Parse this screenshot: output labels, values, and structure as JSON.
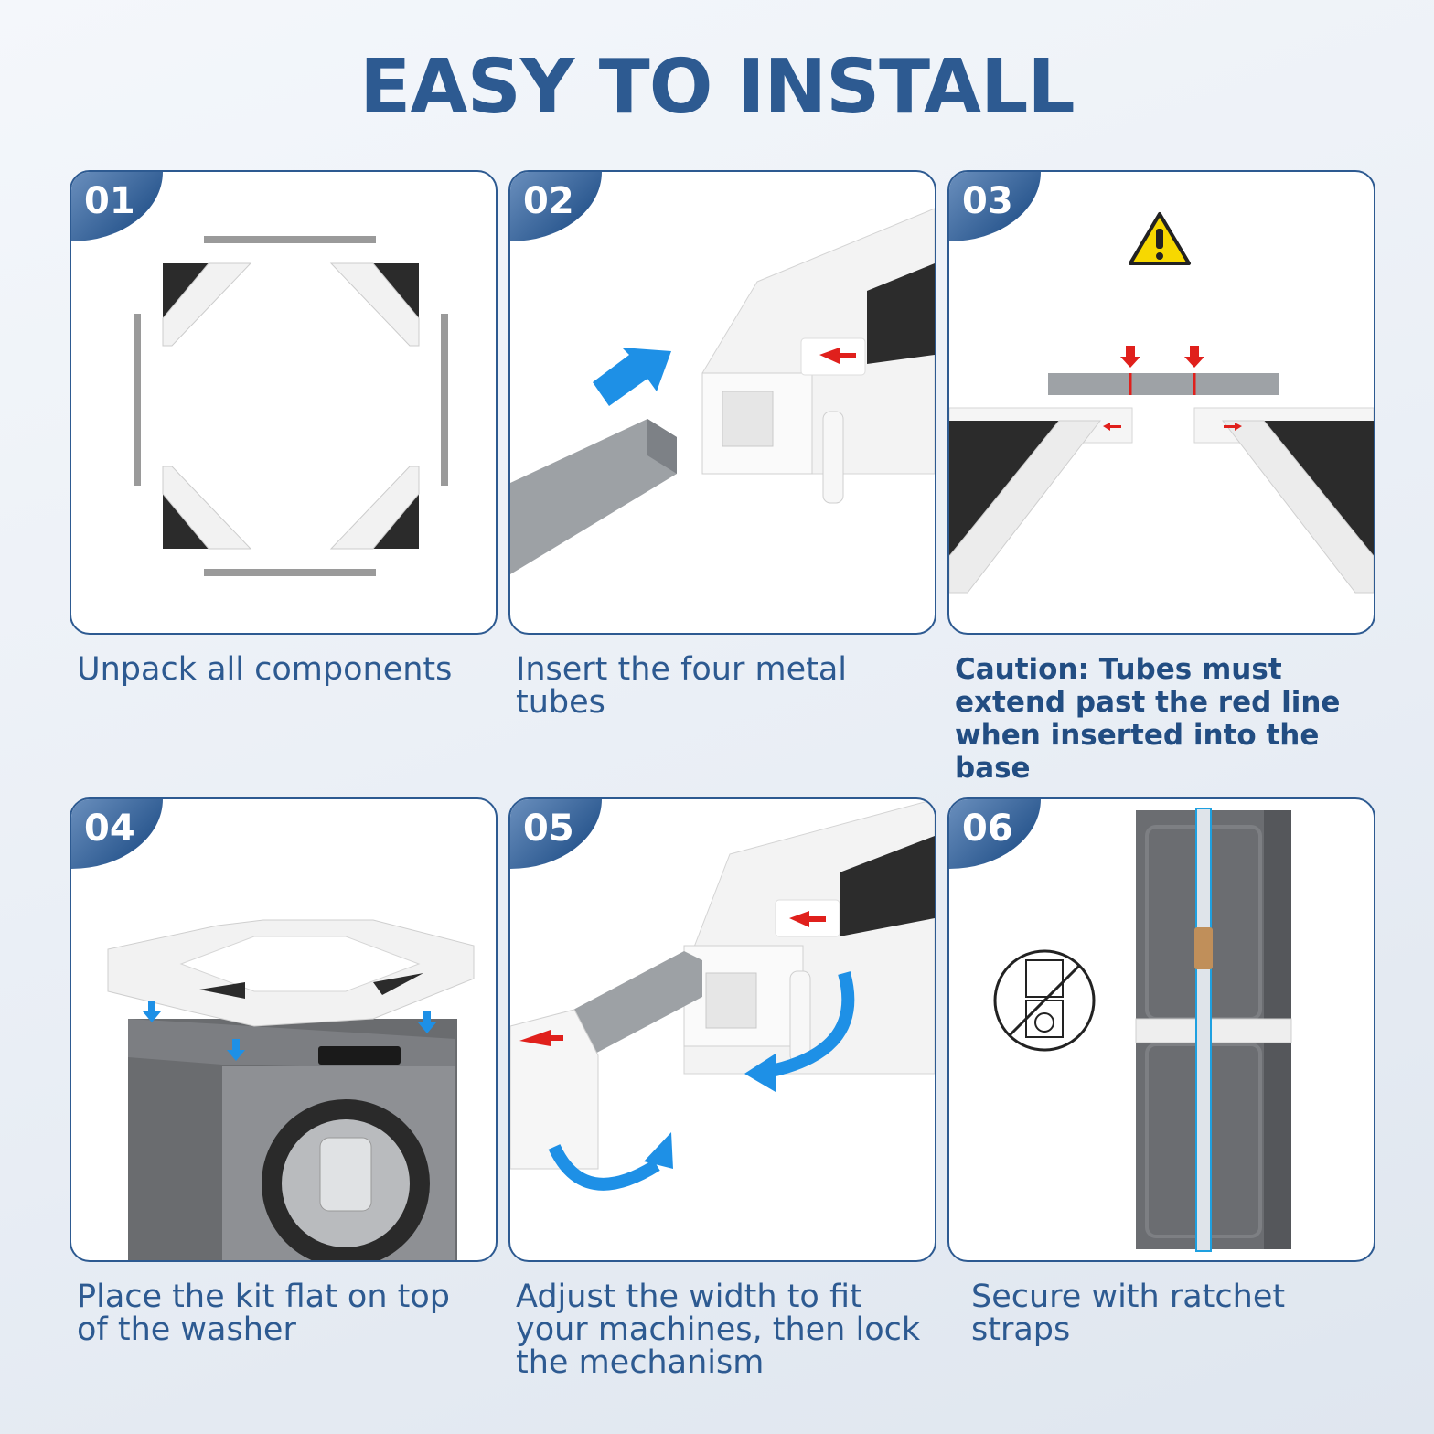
{
  "title": "EASY TO INSTALL",
  "steps": [
    {
      "number": "01",
      "caption": "Unpack all components"
    },
    {
      "number": "02",
      "caption": "Insert the four metal tubes"
    },
    {
      "number": "03",
      "caption": "Caution: Tubes must extend past the red line when inserted into the base"
    },
    {
      "number": "04",
      "caption": "Place the kit flat on top of the washer"
    },
    {
      "number": "05",
      "caption": "Adjust the width to fit your machines, then lock the mechanism"
    },
    {
      "number": "06",
      "caption": "Secure with ratchet straps"
    }
  ],
  "colors": {
    "brand": "#2d5a91",
    "accent_blue": "#1e90e6",
    "warning_red": "#e0201c",
    "warning_yellow": "#f7d800"
  },
  "icons": [
    "warning-triangle-icon",
    "no-stack-icon"
  ]
}
